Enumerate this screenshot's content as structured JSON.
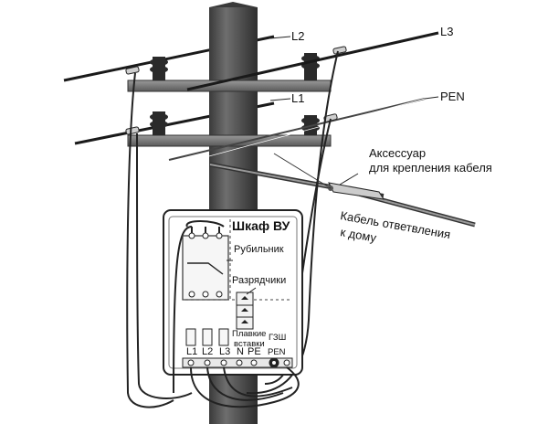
{
  "labels": {
    "wire_l2": "L2",
    "wire_l3": "L3",
    "wire_l1": "L1",
    "wire_pen": "PEN",
    "accessory_line1": "Аксессуар",
    "accessory_line2": "для крепления кабеля",
    "cable_line1": "Кабель ответвления",
    "cable_line2": "к дому",
    "cabinet_title": "Шкаф ВУ",
    "switch": "Рубильник",
    "arresters": "Разрядчики",
    "fuses_line1": "Плавкие",
    "fuses_line2": "вставки",
    "ground_bus": "ГЗШ",
    "term_l1": "L1",
    "term_l2": "L2",
    "term_l3": "L3",
    "term_n": "N",
    "term_pe": "PE",
    "term_pen": "PEN"
  }
}
